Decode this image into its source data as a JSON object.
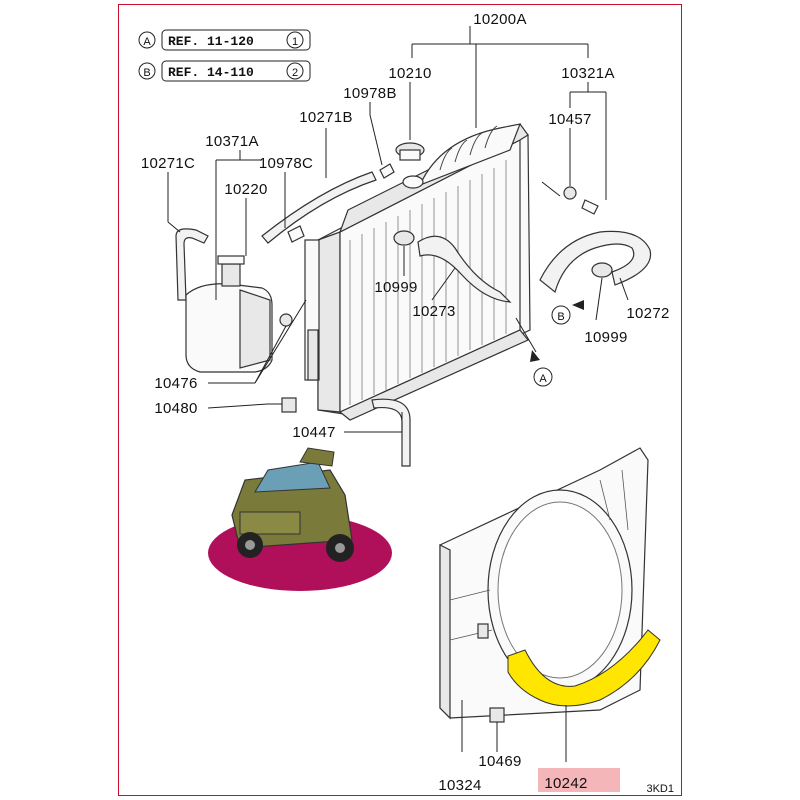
{
  "references": [
    {
      "marker": "A",
      "text": "REF. 11-120",
      "num": "1"
    },
    {
      "marker": "B",
      "text": "REF. 14-110",
      "num": "2"
    }
  ],
  "parts": {
    "p10200A": "10200A",
    "p10210": "10210",
    "p10321A": "10321A",
    "p10978B": "10978B",
    "p10271B": "10271B",
    "p10457": "10457",
    "p10371A": "10371A",
    "p10271C": "10271C",
    "p10978C": "10978C",
    "p10220": "10220",
    "p10999a": "10999",
    "p10273": "10273",
    "p10272": "10272",
    "p10999b": "10999",
    "p10476": "10476",
    "p10480": "10480",
    "p10447": "10447",
    "p10469": "10469",
    "p10324": "10324",
    "p10242": "10242"
  },
  "markers": {
    "a": "A",
    "b": "B"
  },
  "corner_code": "3KD1",
  "colors": {
    "frame": "#c8102e",
    "highlight": "#f4b6b8",
    "shroud_band": "#ffe600",
    "mascot_base": "#b0105a"
  }
}
